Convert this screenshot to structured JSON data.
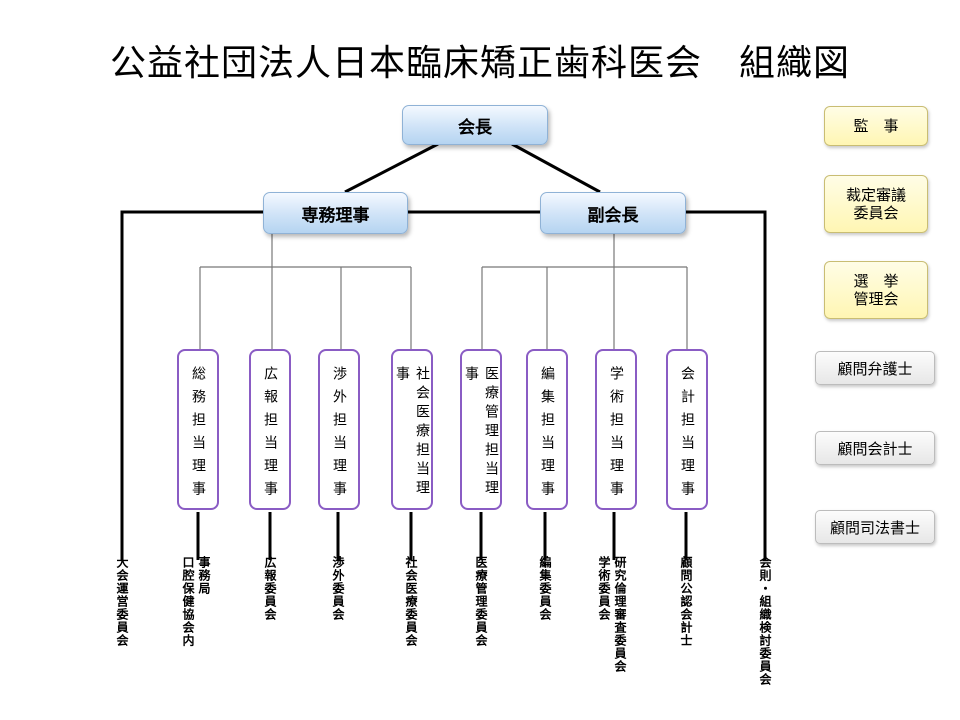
{
  "title": "公益社団法人日本臨床矯正歯科医会　組織図",
  "top": {
    "president": "会長",
    "executive_director": "専務理事",
    "vice_president": "副会長"
  },
  "directors": [
    "総務担当理事",
    "広報担当理事",
    "渉外担当理事",
    "社会医療担当理事",
    "医療管理担当理事",
    "編集担当理事",
    "学術担当理事",
    "会計担当理事"
  ],
  "committees": [
    "大会運営委員会",
    "事務局\n口腔保健協会内",
    "広報委員会",
    "渉外委員会",
    "社会医療委員会",
    "医療管理委員会",
    "編集委員会",
    "研究倫理審査委員会\n学術委員会",
    "顧問公認会計士",
    "会則・組織検討委員会"
  ],
  "side_boxes": [
    "監　事",
    "裁定審議\n委員会",
    "選　挙\n管理会",
    "顧問弁護士",
    "顧問会計士",
    "顧問司法書士"
  ]
}
